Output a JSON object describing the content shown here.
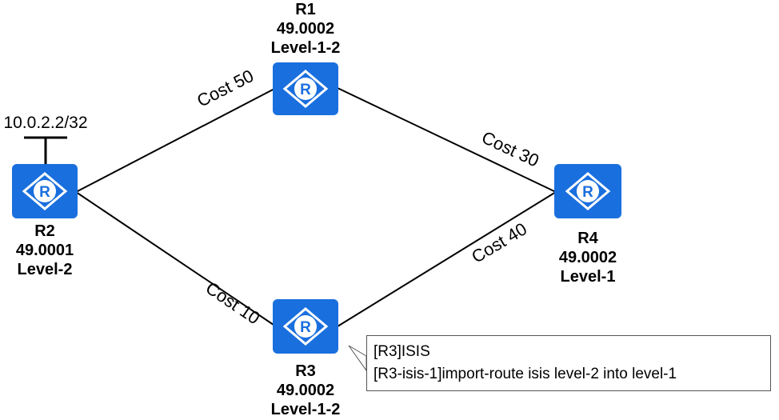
{
  "routers": [
    {
      "name": "R1",
      "area": "49.0002",
      "level": "Level-1-2"
    },
    {
      "name": "R2",
      "area": "49.0001",
      "level": "Level-2"
    },
    {
      "name": "R3",
      "area": "49.0002",
      "level": "Level-1-2"
    },
    {
      "name": "R4",
      "area": "49.0002",
      "level": "Level-1"
    }
  ],
  "links": [
    {
      "from": "R2",
      "to": "R1",
      "label": "Cost 50"
    },
    {
      "from": "R1",
      "to": "R4",
      "label": "Cost 30"
    },
    {
      "from": "R3",
      "to": "R4",
      "label": "Cost 40"
    },
    {
      "from": "R2",
      "to": "R3",
      "label": "Cost 10"
    }
  ],
  "prefix": "10.0.2.2/32",
  "callout": {
    "line1": "[R3]ISIS",
    "line2": "[R3-isis-1]import-route isis level-2 into level-1"
  },
  "colors": {
    "router_fill": "#1a6fde",
    "router_symbol": "#ffffff",
    "line": "#000000"
  },
  "router_icon": "router-icon"
}
